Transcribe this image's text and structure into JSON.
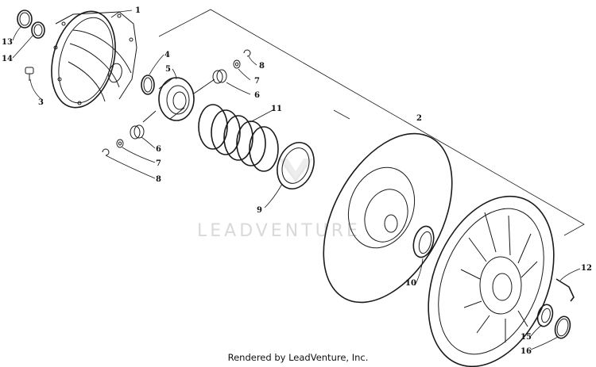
{
  "watermark": "LEADVENTURE",
  "credit": "Rendered by LeadVenture, Inc.",
  "callouts": {
    "c1": "1",
    "c2": "2",
    "c3": "3",
    "c4": "4",
    "c5": "5",
    "c6a": "6",
    "c6b": "6",
    "c7a": "7",
    "c7b": "7",
    "c8a": "8",
    "c8b": "8",
    "c9": "9",
    "c10": "10",
    "c11": "11",
    "c12": "12",
    "c13": "13",
    "c14": "14",
    "c15": "15",
    "c16": "16"
  }
}
